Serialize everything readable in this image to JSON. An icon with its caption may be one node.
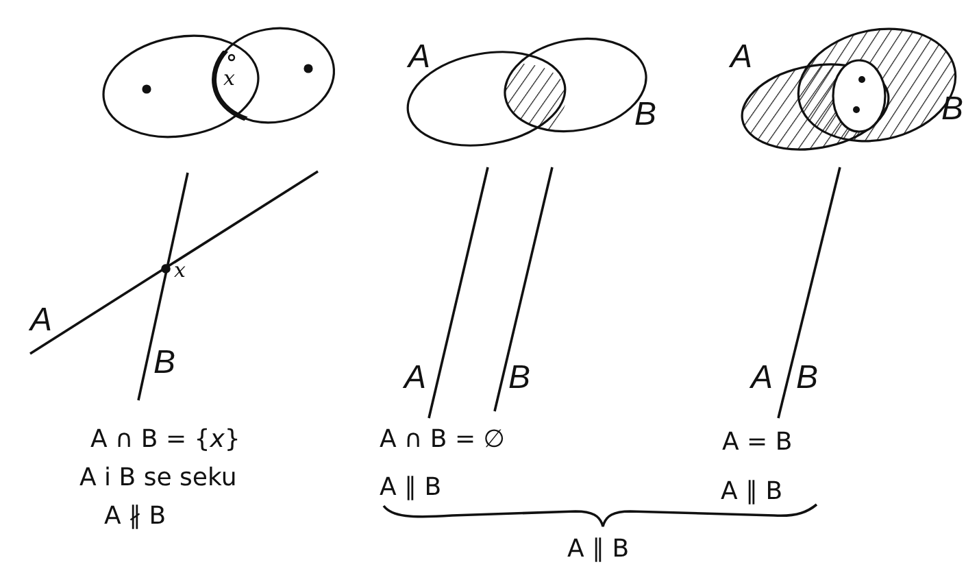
{
  "diagram": {
    "labels": [
      "*x*",
      "A",
      "B",
      "A",
      "B",
      "*x*",
      "A",
      "B",
      "A",
      "B",
      "A",
      "B",
      "A ∩ B = {*x*}",
      "A ∩ B = ∅",
      "A = B",
      "A i B se seku",
      "A ∥ B",
      "A ∥ B",
      "A ∦ B",
      "A ∥ B"
    ]
  }
}
